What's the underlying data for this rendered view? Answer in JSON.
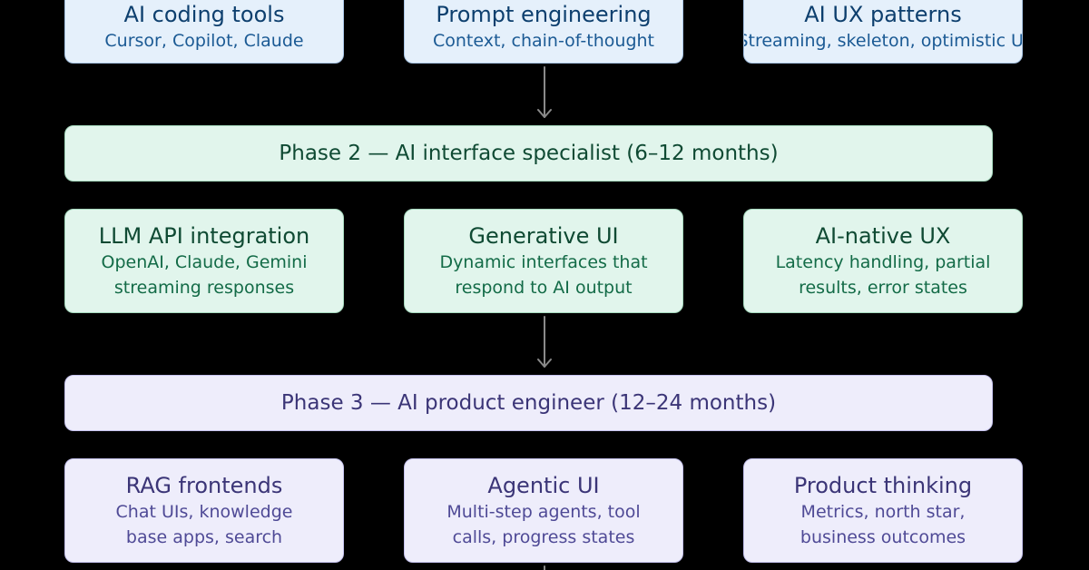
{
  "phase1": {
    "cards": [
      {
        "title": "AI coding tools",
        "desc": "Cursor, Copilot, Claude"
      },
      {
        "title": "Prompt engineering",
        "desc": "Context, chain-of-thought"
      },
      {
        "title": "AI UX patterns",
        "desc": "Streaming, skeleton, optimistic UI"
      }
    ]
  },
  "phase2": {
    "banner": "Phase 2 — AI interface specialist (6–12 months)",
    "cards": [
      {
        "title": "LLM API integration",
        "desc_1": "OpenAI, Claude, Gemini",
        "desc_2": "streaming responses"
      },
      {
        "title": "Generative UI",
        "desc_1": "Dynamic interfaces that",
        "desc_2": "respond to AI output"
      },
      {
        "title": "AI-native UX",
        "desc_1": "Latency handling, partial",
        "desc_2": "results, error states"
      }
    ]
  },
  "phase3": {
    "banner": "Phase 3 — AI product engineer (12–24 months)",
    "cards": [
      {
        "title": "RAG frontends",
        "desc_1": "Chat UIs, knowledge",
        "desc_2": "base apps, search"
      },
      {
        "title": "Agentic UI",
        "desc_1": "Multi-step agents, tool",
        "desc_2": "calls, progress states"
      },
      {
        "title": "Product thinking",
        "desc_1": "Metrics, north star,",
        "desc_2": "business outcomes"
      }
    ]
  },
  "colors": {
    "background": "#000000",
    "phase1_fill": "#e5f0fb",
    "phase2_fill": "#e1f5ec",
    "phase3_fill": "#eeedfb",
    "arrow": "#8a8a8a"
  }
}
